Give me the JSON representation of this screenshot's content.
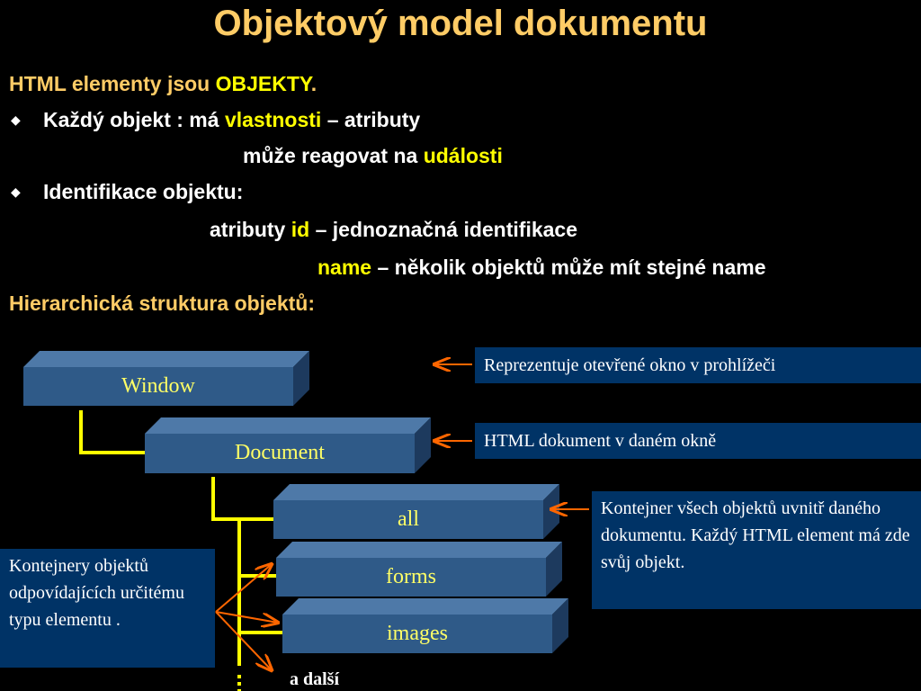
{
  "title": "Objektový model dokumentu",
  "lines": {
    "l1a": "HTML elementy jsou ",
    "l1b": "OBJEKTY",
    "l1c": ".",
    "l2a": "Každý objekt :  má ",
    "l2b": "vlastnosti",
    "l2c": " – atributy",
    "l3a": "může reagovat na ",
    "l3b": "události",
    "l4": "Identifikace objektu:",
    "l5a": "atributy ",
    "l5b": "id",
    "l5c": " – jednoznačná identifikace",
    "l6a": "name",
    "l6b": " – několik objektů může mít stejné name",
    "l7": "Hierarchická struktura objektů:"
  },
  "nodes": {
    "window": "Window",
    "document": "Document",
    "all": "all",
    "forms": "forms",
    "images": "images",
    "more": "a další"
  },
  "notes": {
    "window": "Reprezentuje otevřené okno v prohlížeči",
    "document": "HTML dokument v daném okně",
    "all": "Kontejner všech objektů uvnitř daného dokumentu. Každý HTML element má zde svůj objekt.",
    "containers": "Kontejnery objektů odpovídajících určitému typu elementu ."
  },
  "colors": {
    "title": "#FFCC66",
    "highlight": "#FFFF00",
    "node_face": "#2F5A88",
    "note_bg": "#003366",
    "connector": "#FFFF00",
    "arrow": "#FF6600"
  },
  "icons": {
    "bullet": "diamond-icon"
  }
}
